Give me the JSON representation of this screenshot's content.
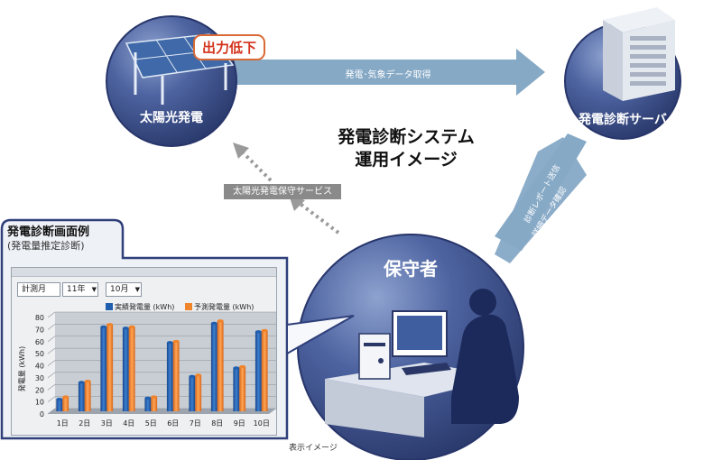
{
  "title": {
    "line1": "発電診断システム",
    "line2": "運用イメージ"
  },
  "nodes": {
    "solar": "太陽光発電",
    "server": "発電診断サーバ",
    "maintainer": "保守者"
  },
  "callout": "出力低下",
  "arrows": {
    "acquire": "発電･気象データ取得",
    "report": "診断レポート送信",
    "confirm": "詳細データ確認",
    "service": "太陽光発電保守サービス"
  },
  "example": {
    "title": "発電診断画面例",
    "subtitle": "(発電量推定診断)"
  },
  "caption": "表示イメージ",
  "window": {
    "selectors": [
      "計測月",
      "11年",
      "10月"
    ]
  },
  "colors": {
    "actual": "#1f5fae",
    "predicted": "#f0842a",
    "node": "#3b4f8c"
  },
  "chart_data": {
    "type": "bar",
    "categories": [
      "1日",
      "2日",
      "3日",
      "4日",
      "5日",
      "6日",
      "7日",
      "8日",
      "9日",
      "10日"
    ],
    "series": [
      {
        "name": "実績発電量 (kWh)",
        "values": [
          10,
          24,
          70,
          69,
          11,
          57,
          29,
          73,
          36,
          66
        ]
      },
      {
        "name": "予測発電量 (kWh)",
        "values": [
          12,
          25,
          72,
          70,
          12,
          58,
          30,
          75,
          37,
          67
        ]
      }
    ],
    "ylabel": "発電量 (kWh)",
    "ylim": [
      0,
      80
    ],
    "yticks": [
      "0",
      "10",
      "20",
      "30",
      "40",
      "50",
      "60",
      "70",
      "80"
    ],
    "legend": "top-right",
    "grid": true
  }
}
